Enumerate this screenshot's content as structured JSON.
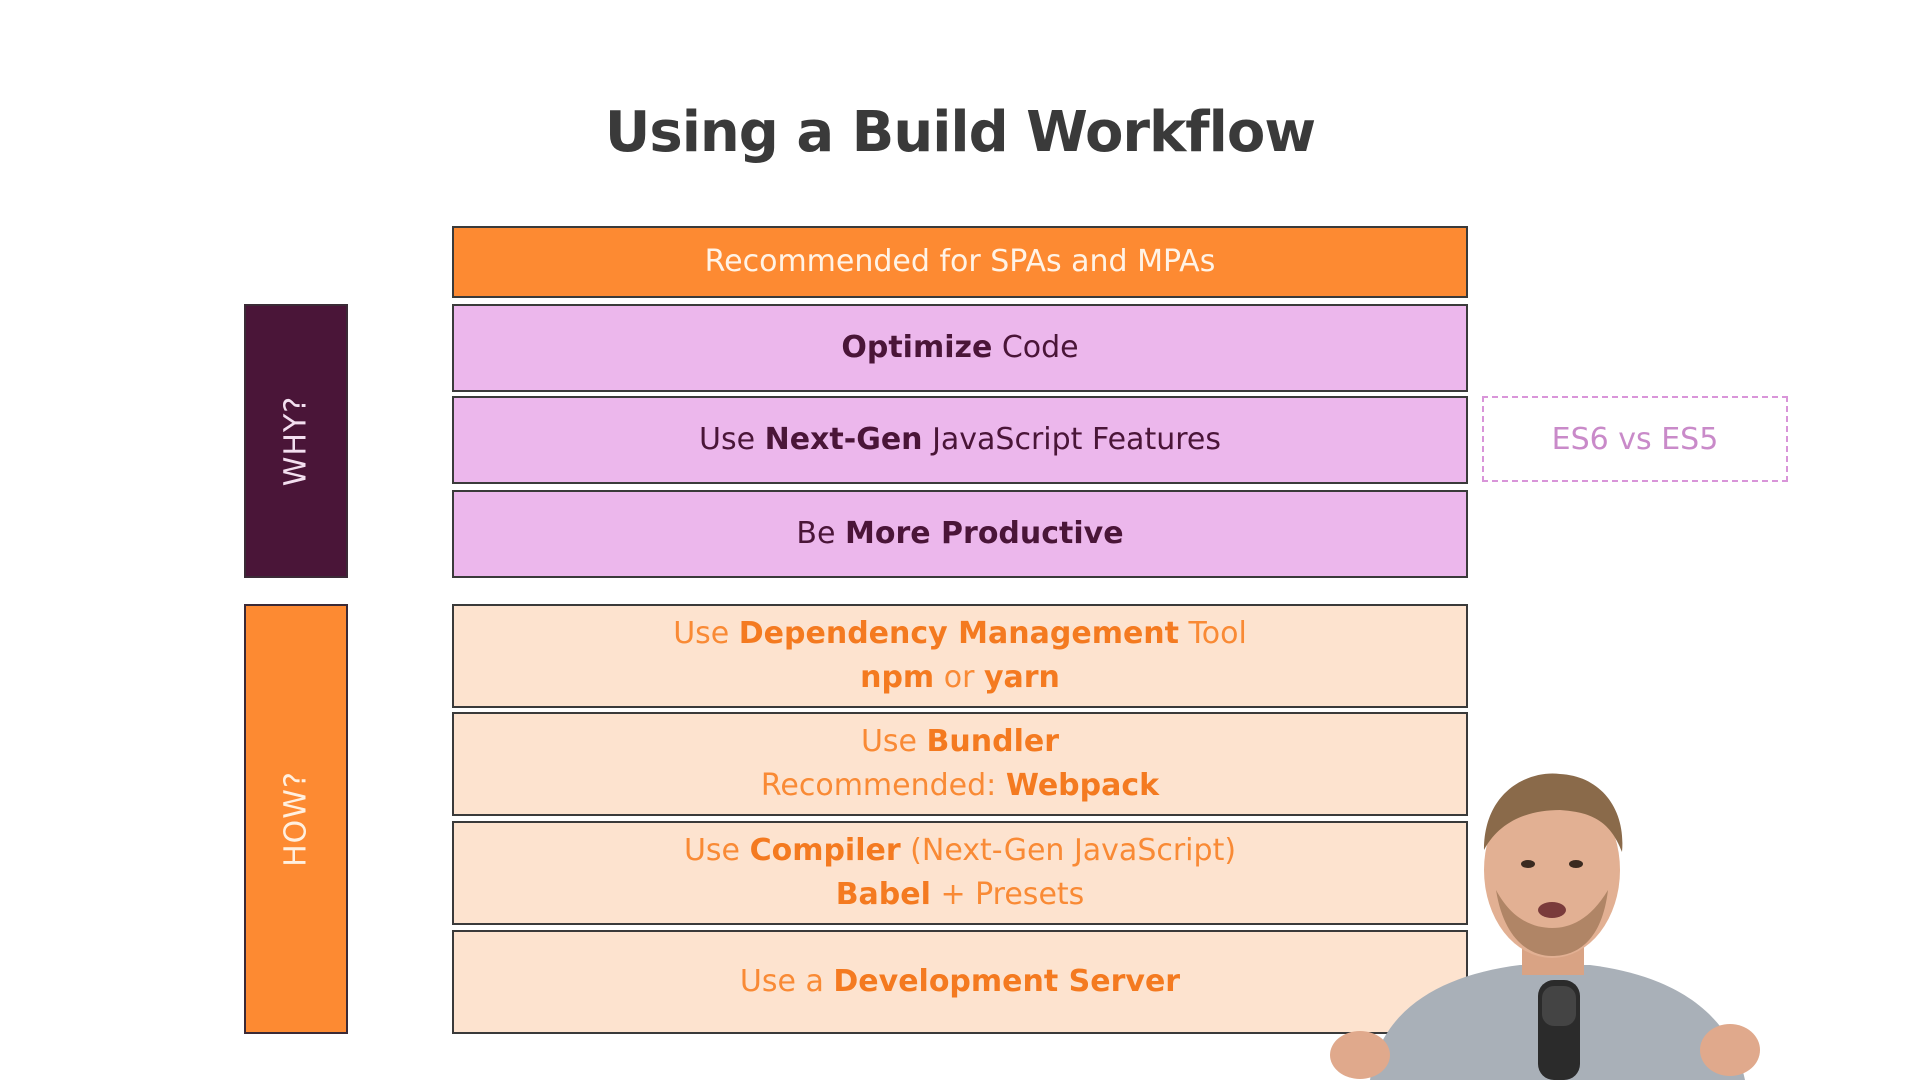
{
  "slide": {
    "title": "Using a Build Workflow"
  },
  "why": {
    "label": "WHY?",
    "color": "#4a1538"
  },
  "how": {
    "label": "HOW?",
    "color": "#fd8a32"
  },
  "banner": {
    "text": "Recommended for SPAs and MPAs"
  },
  "why_items": [
    {
      "bold": "Optimize",
      "rest": " Code"
    },
    {
      "pre": "Use ",
      "bold": "Next-Gen",
      "rest": " JavaScript Features"
    },
    {
      "pre": "Be ",
      "bold": "More Productive"
    }
  ],
  "note": {
    "text": "ES6 vs ES5"
  },
  "how_items": [
    {
      "line1_pre": "Use ",
      "line1_bold": "Dependency Management",
      "line1_rest": " Tool",
      "line2_bold_a": "npm",
      "line2_mid": " or ",
      "line2_bold_b": "yarn"
    },
    {
      "line1_pre": "Use ",
      "line1_bold": "Bundler",
      "line2_pre": "Recommended: ",
      "line2_bold": "Webpack"
    },
    {
      "line1_pre": "Use ",
      "line1_bold": "Compiler",
      "line1_rest": " (Next-Gen JavaScript)",
      "line2_bold": "Babel",
      "line2_rest": " + Presets"
    },
    {
      "line1_pre": "Use a ",
      "line1_bold": "Development Server"
    }
  ],
  "colors": {
    "orange": "#fd8a32",
    "pink": "#ecb7ec",
    "plum": "#4a1538",
    "peach": "#fde3cf"
  }
}
